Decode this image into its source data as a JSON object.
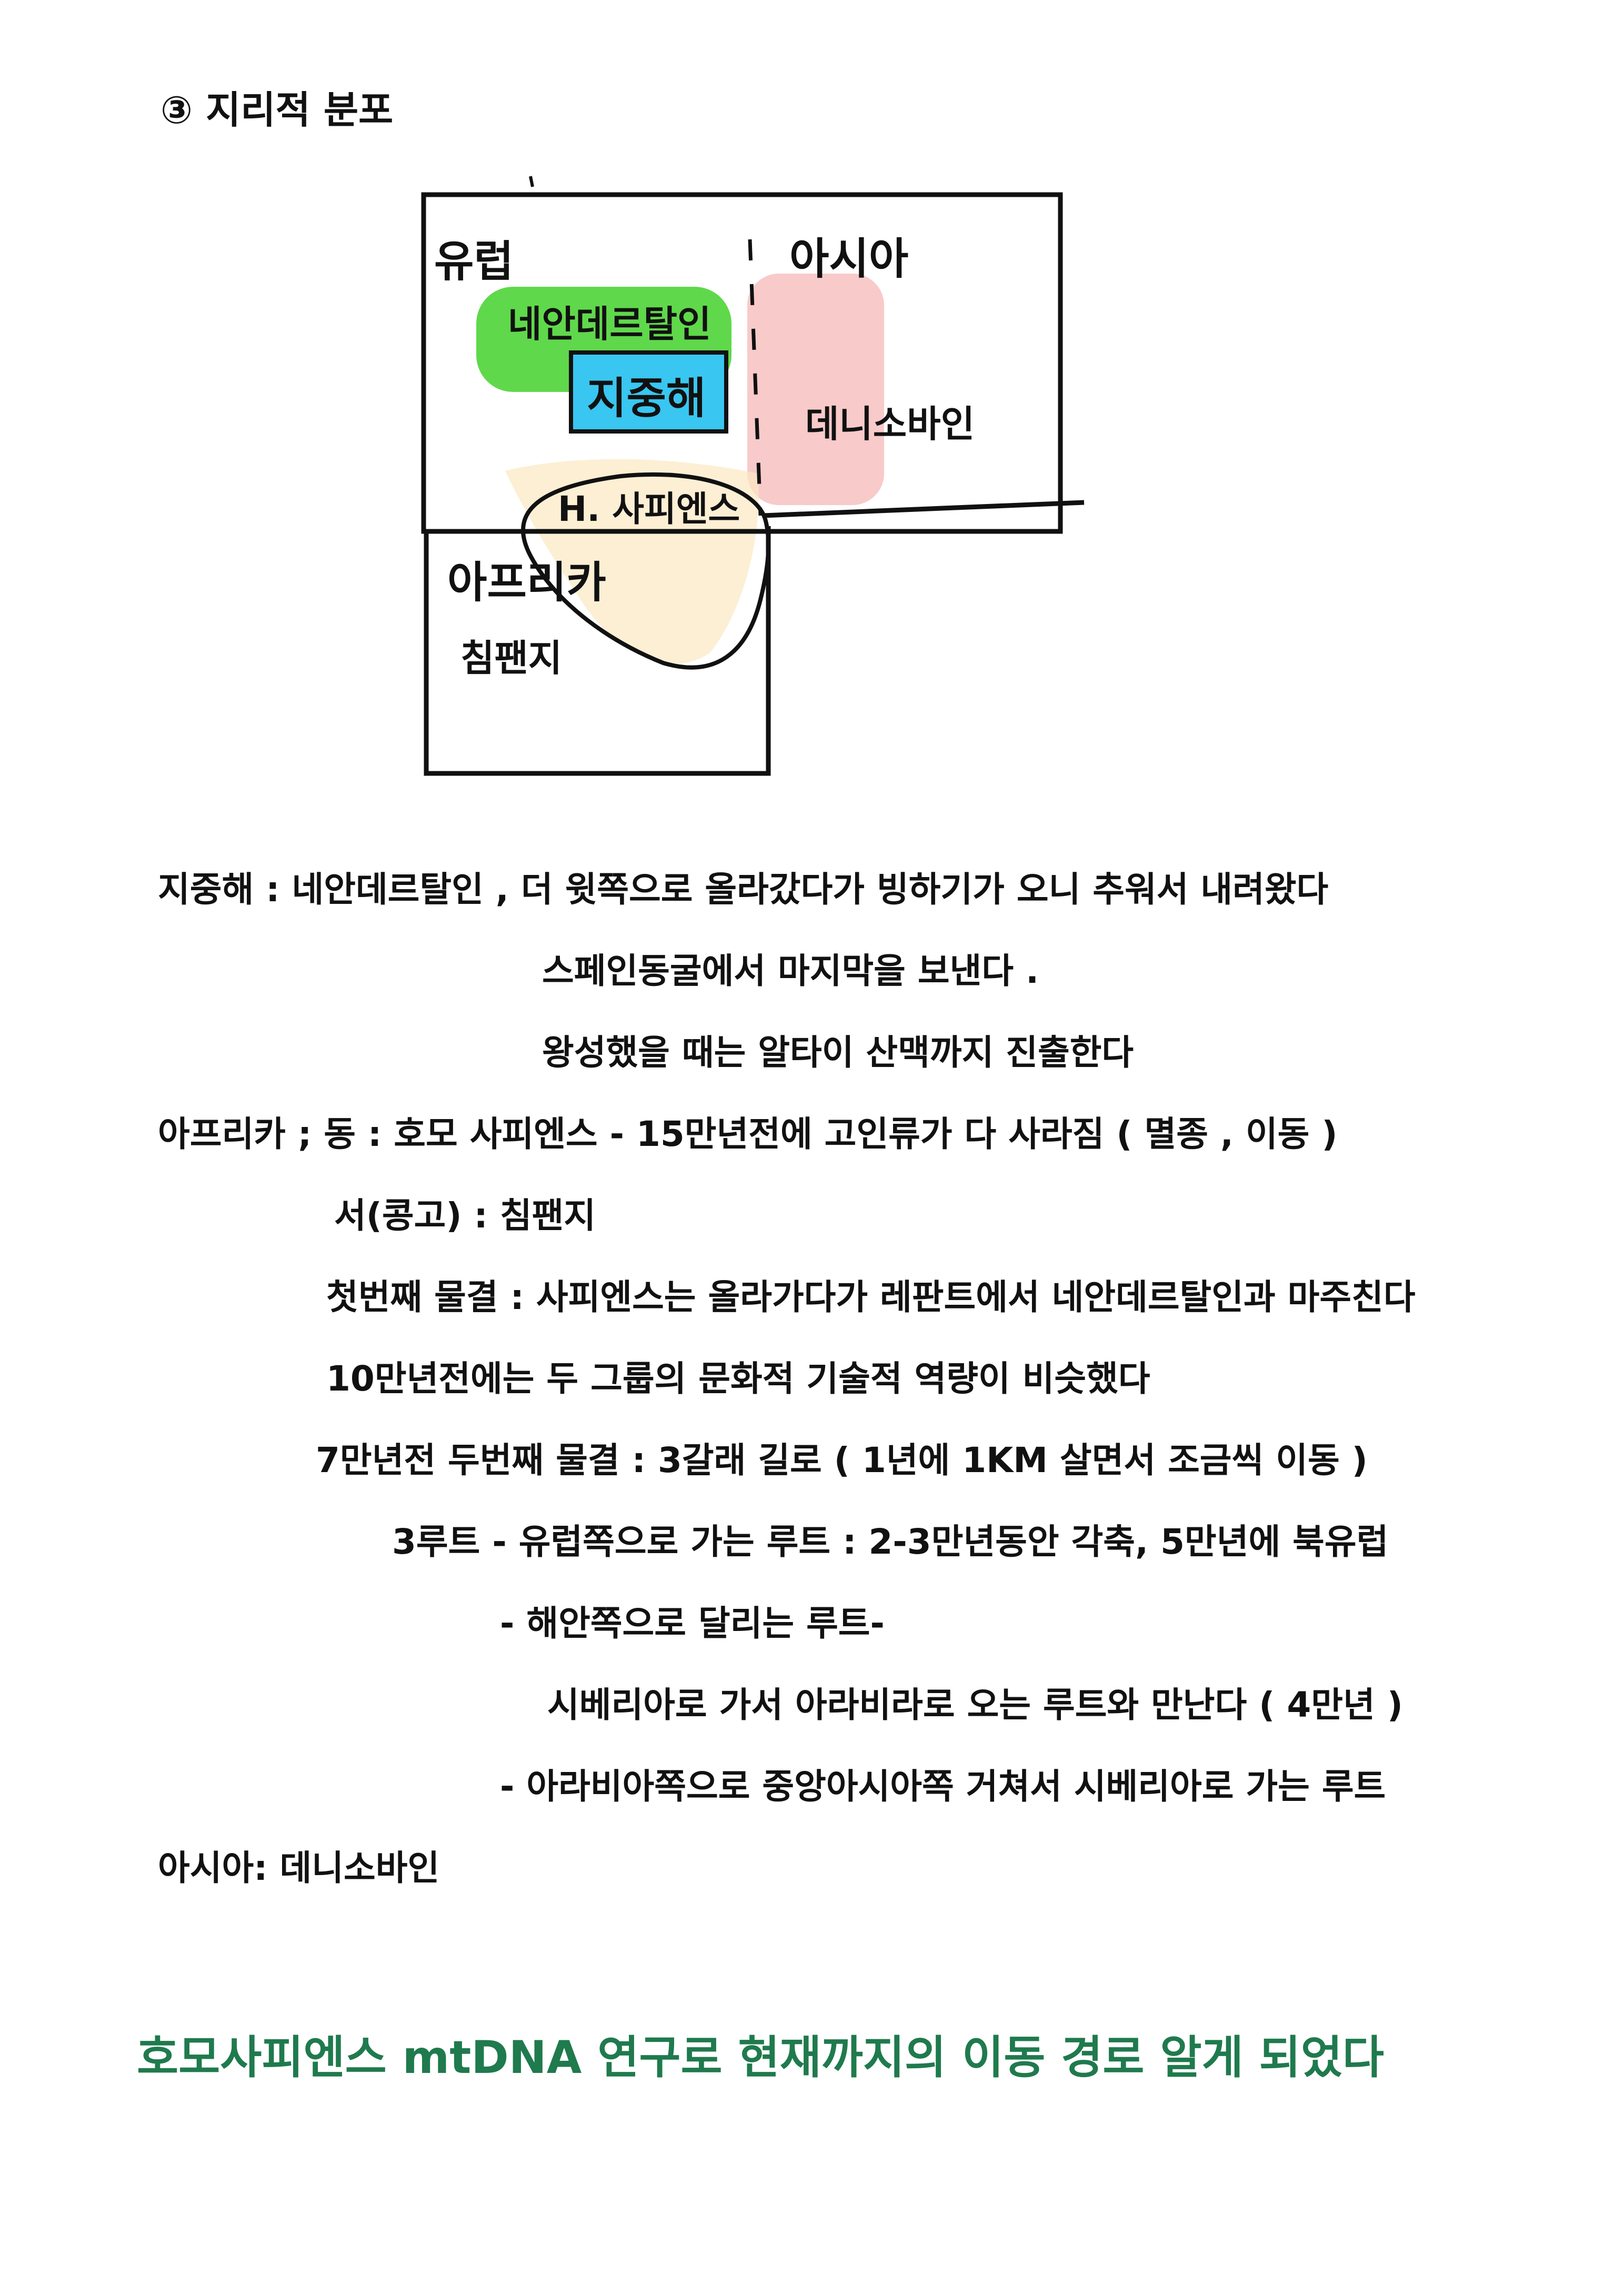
{
  "heading": "③ 지리적 분포",
  "diagram": {
    "europe": "유럽",
    "asia": "아시아",
    "africa": "아프리카",
    "neanderthal": "네안데르탈인",
    "mediterranean": "지중해",
    "denisovan": "데니소바인",
    "sapiens": "H. 사피엔스",
    "chimpanzee": "침팬지",
    "colors": {
      "neanderthal_highlight": "#44d12c",
      "mediterranean_box": "#39c6f0",
      "denisovan_highlight": "#f6b8b8",
      "sapiens_highlight": "#fbe8c2"
    }
  },
  "notes": [
    "지중해 : 네안데르탈인 , 더 윗쪽으로 올라갔다가 빙하기가 오니 추워서 내려왔다",
    "스페인동굴에서 마지막을 보낸다 .",
    "왕성했을 때는 알타이 산맥까지 진출한다",
    "아프리카 ; 동 : 호모 사피엔스 - 15만년전에 고인류가 다 사라짐 ( 멸종 , 이동 )",
    "서(콩고)  : 침팬지",
    "첫번째 물결 : 사피엔스는 올라가다가 레판트에서  네안데르탈인과 마주친다",
    "10만년전에는 두 그룹의 문화적 기술적 역량이 비슷했다",
    "7만년전 두번째 물결 : 3갈래 길로 ( 1년에 1KM 살면서 조금씩 이동  )",
    "3루트 -  유럽쪽으로 가는 루트  : 2-3만년동안 각축, 5만년에 북유럽",
    "-  해안쪽으로 달리는 루트-",
    "시베리아로 가서 아라비라로 오는 루트와 만난다  ( 4만년 )",
    "-  아라비아쪽으로 중앙아시아쪽 거쳐서 시베리아로  가는 루트",
    "아시아: 데니소바인"
  ],
  "summary": "호모사피엔스  mtDNA 연구로 현재까지의  이동 경로 알게 되었다"
}
